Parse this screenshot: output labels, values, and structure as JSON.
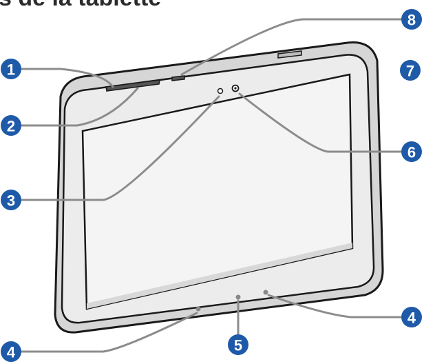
{
  "title": "s de la tablette",
  "callouts": [
    {
      "id": "1",
      "label": "1"
    },
    {
      "id": "2",
      "label": "2"
    },
    {
      "id": "3",
      "label": "3"
    },
    {
      "id": "4a",
      "label": "4"
    },
    {
      "id": "4b",
      "label": "4"
    },
    {
      "id": "5",
      "label": "5"
    },
    {
      "id": "6",
      "label": "6"
    },
    {
      "id": "7",
      "label": "7"
    },
    {
      "id": "8",
      "label": "8"
    }
  ],
  "colors": {
    "badge": "#1e5aa8",
    "leader": "#8c8c8c",
    "outline": "#1a1a1a",
    "bezel": "#ececec",
    "screen": "#f4f4f4"
  }
}
